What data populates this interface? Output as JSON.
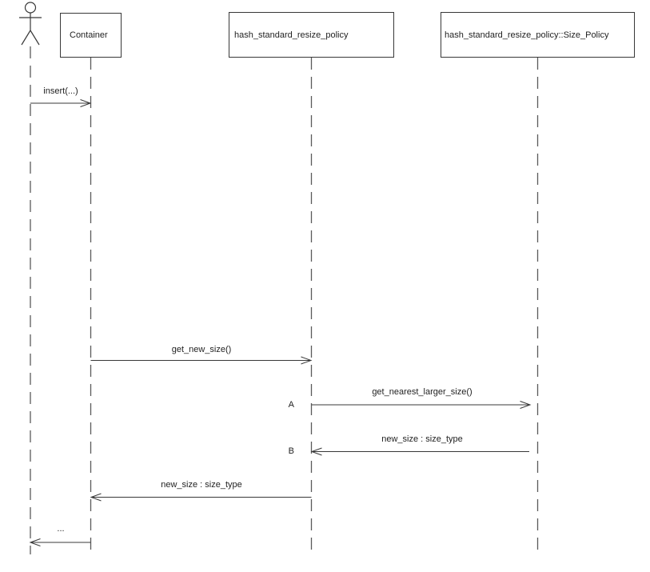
{
  "diagram": {
    "participants": [
      {
        "label": "Container"
      },
      {
        "label": "hash_standard_resize_policy"
      },
      {
        "label": "hash_standard_resize_policy::Size_Policy"
      }
    ],
    "messages": [
      {
        "label": "insert(...)"
      },
      {
        "label": "get_new_size()"
      },
      {
        "marker": "A",
        "label": "get_nearest_larger_size()"
      },
      {
        "marker": "B",
        "label": "new_size : size_type"
      },
      {
        "label": "new_size : size_type"
      },
      {
        "label": "..."
      }
    ],
    "colors": {
      "line": "#383838",
      "lifeline": "#5a5a5a",
      "text": "#1f1f1f",
      "background": "#ffffff"
    }
  }
}
